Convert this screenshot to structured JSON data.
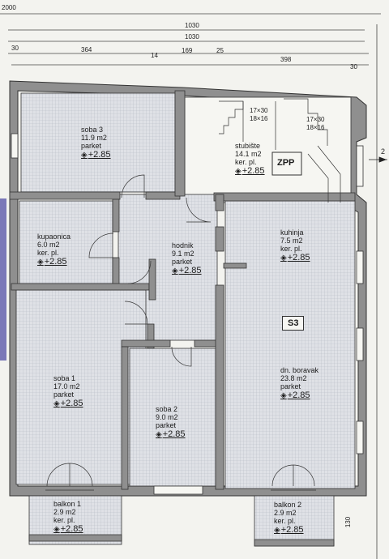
{
  "dimensions": {
    "total": "2000",
    "overall_1": "1030",
    "overall_2": "1030",
    "segments": [
      "30",
      "364",
      "14",
      "169",
      "25",
      "398",
      "30"
    ],
    "right_side": "2",
    "bottom_right": "130"
  },
  "rooms": {
    "soba3": {
      "name": "soba 3",
      "area": "11.9 m2",
      "floor": "parket",
      "level": "+2.85"
    },
    "stubiste": {
      "name": "stubište",
      "area": "14.1 m2",
      "floor": "ker. pl.",
      "level": "+2.85"
    },
    "stairs_left": {
      "dim1": "17×30",
      "dim2": "18×16"
    },
    "stairs_right": {
      "dim1": "17×30",
      "dim2": "18×16"
    },
    "zpp": "ZPP",
    "kupaonica": {
      "name": "kupaonica",
      "area": "6.0 m2",
      "floor": "ker. pl.",
      "level": "+2.85"
    },
    "hodnik": {
      "name": "hodnik",
      "area": "9.1 m2",
      "floor": "parket",
      "level": "+2.85"
    },
    "kuhinja": {
      "name": "kuhinja",
      "area": "7.5 m2",
      "floor": "ker. pl.",
      "level": "+2.85"
    },
    "s3": "S3",
    "soba1": {
      "name": "soba 1",
      "area": "17.0 m2",
      "floor": "parket",
      "level": "+2.85"
    },
    "soba2": {
      "name": "soba 2",
      "area": "9.0 m2",
      "floor": "parket",
      "level": "+2.85"
    },
    "boravak": {
      "name": "dn. boravak",
      "area": "23.8 m2",
      "floor": "parket",
      "level": "+2.85"
    },
    "balkon1": {
      "name": "balkon 1",
      "area": "2.9 m2",
      "floor": "ker. pl.",
      "level": "+2.85"
    },
    "balkon2": {
      "name": "balkon 2",
      "area": "2.9 m2",
      "floor": "ker. pl.",
      "level": "+2.85"
    }
  },
  "colors": {
    "wall": "#8f8f8f",
    "hatch": "#c9ccd4",
    "paper": "#f3f3ef"
  }
}
